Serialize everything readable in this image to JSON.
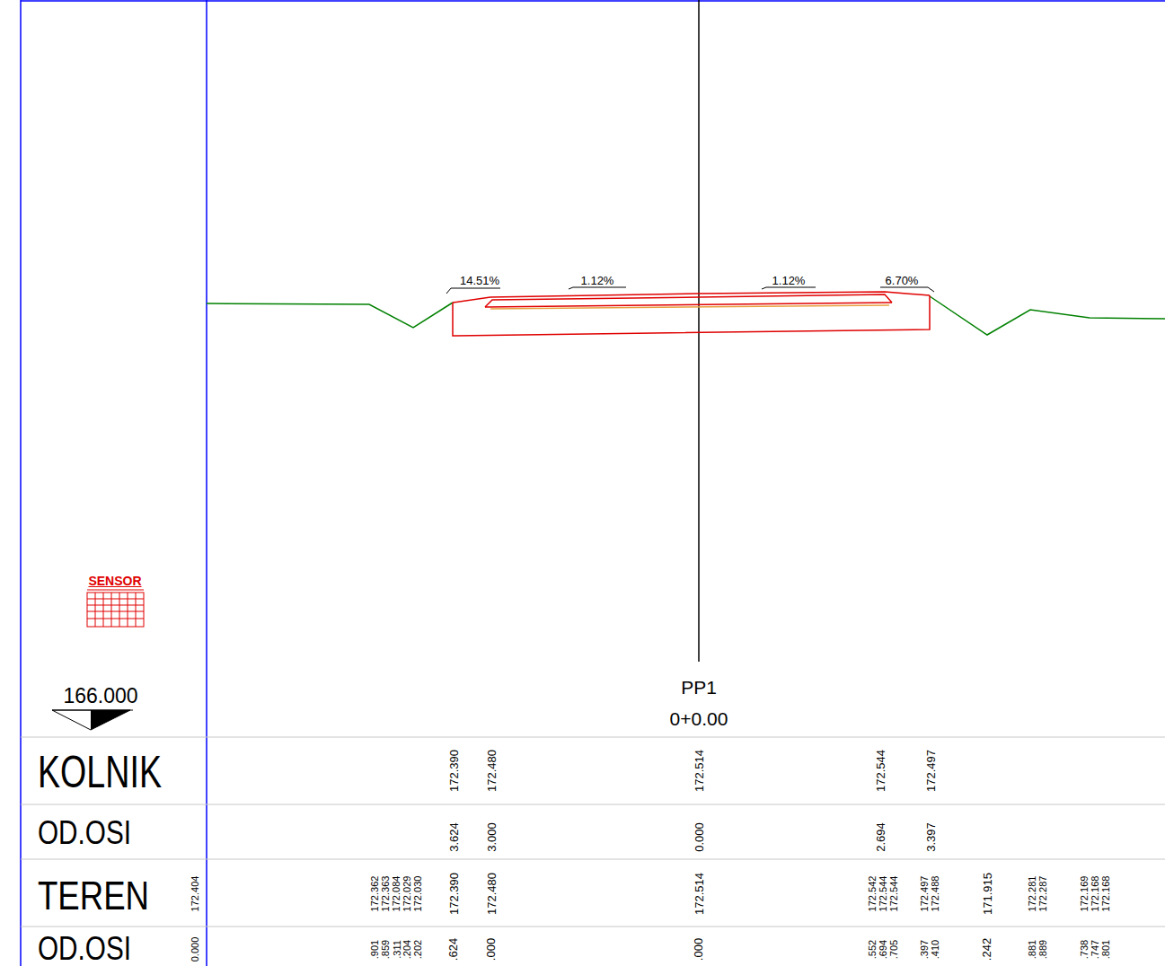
{
  "diagram": {
    "labels": [
      "14.51%",
      "1.12%",
      "1.12%",
      "6.70%",
      "SENSOR",
      "166.000",
      "PP1",
      "0+0.00",
      "KOLNIK",
      "OD.OSI",
      "TEREN",
      "OD.OSI",
      "172.390",
      "172.480",
      "172.514",
      "172.544",
      "172.497",
      "3.624",
      "3.000",
      "0.000",
      "2.694",
      "3.397",
      "172.404",
      "172.362",
      "172.363",
      "172.084",
      "172.029",
      "172.030",
      "172.390",
      "172.480",
      "172.514",
      "172.542",
      "172.544",
      "172.544",
      "172.497",
      "172.488",
      "171.915",
      "172.281",
      "172.287",
      "172.169",
      "172.168",
      "172.168",
      "0.000",
      ".901",
      ".859",
      ".311",
      ".204",
      ".202",
      ".624",
      ".000",
      ".000",
      ".552",
      ".694",
      ".705",
      ".397",
      ".410",
      ".242",
      ".881",
      ".889",
      ".738",
      ".747",
      ".801"
    ]
  }
}
